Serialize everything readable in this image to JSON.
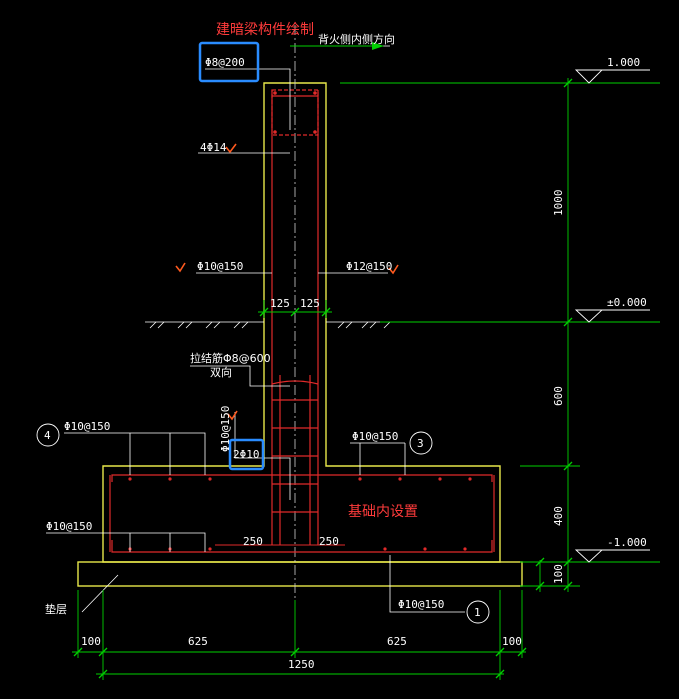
{
  "annotations": {
    "title_note": "建暗梁构件绘制",
    "foundation_note": "基础内设置",
    "wall_direction": "背火侧内侧方向"
  },
  "colors": {
    "background": "#000000",
    "outline": "#e8e84a",
    "rebar": "#e02a2a",
    "dimension": "#00d000",
    "text": "#ffffff",
    "highlight_box": "#2a8cff",
    "note_text": "#ff3b3b",
    "check_mark": "#ff5a1f"
  },
  "levels": {
    "top": "1.000",
    "ground": "±0.000",
    "bottom": "-1.000"
  },
  "rebar_labels": {
    "top_stirrup": "Φ8@200",
    "top_longitudinal": "4Φ14",
    "wall_left": "Φ10@150",
    "wall_right": "Φ12@150",
    "tie_bar": "拉结筋Φ8@600",
    "tie_bar_note": "双向",
    "dowel": "Φ10@150",
    "dowel_bottom": "2Φ10",
    "footing_left_top": "Φ10@150",
    "footing_right_top": "Φ10@150",
    "footing_left_bottom": "Φ10@150",
    "footing_bottom": "Φ10@150"
  },
  "callouts": {
    "c1": "1",
    "c3": "3",
    "c4": "4"
  },
  "dims": {
    "wall_half_left": "125",
    "wall_half_right": "125",
    "footing_inner_left": "250",
    "footing_inner_right": "250",
    "h_wall_upper": "1000",
    "h_wall_lower": "600",
    "h_footing": "400",
    "h_cushion": "100",
    "w_left_margin": "100",
    "w_left": "625",
    "w_right": "625",
    "w_right_margin": "100",
    "w_total": "1250"
  },
  "cushion_label": "垫层"
}
